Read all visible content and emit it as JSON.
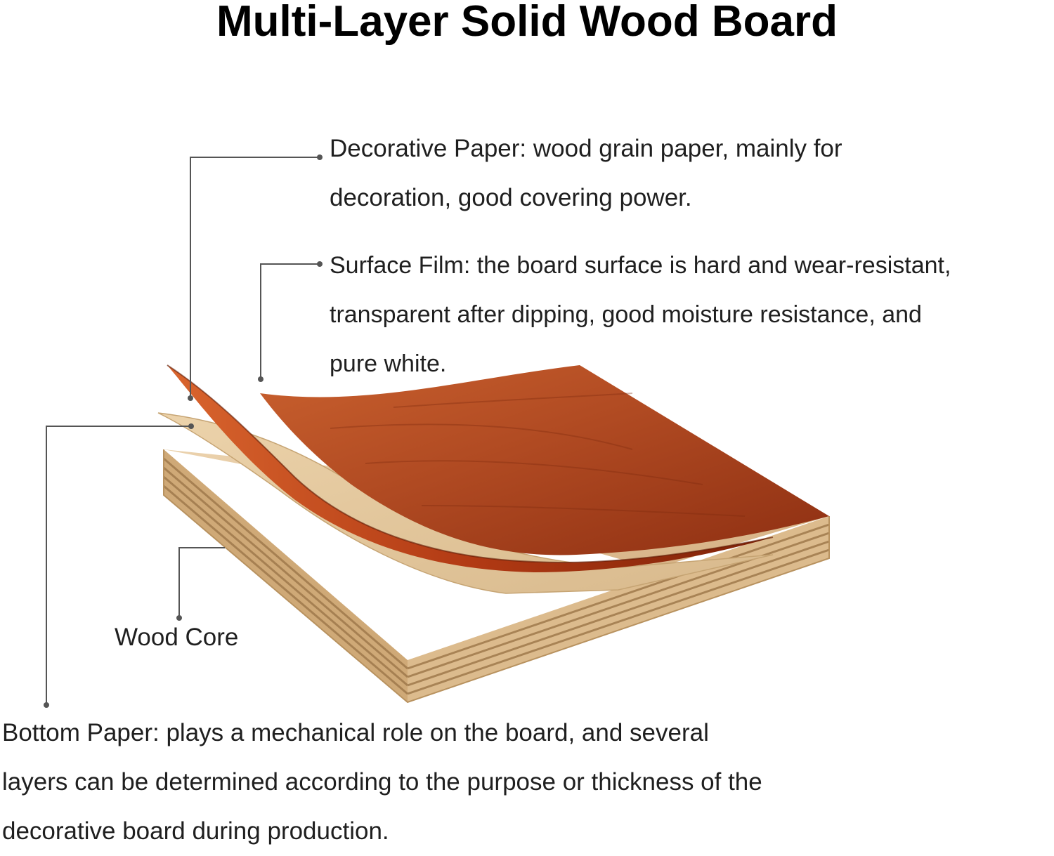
{
  "title": "Multi-Layer Solid Wood Board",
  "layers": {
    "decorative_paper": {
      "lines": [
        "Decorative Paper: wood grain paper, mainly for",
        "decoration, good covering power."
      ]
    },
    "surface_film": {
      "lines": [
        "Surface Film: the board surface is hard and wear-resistant,",
        "transparent after dipping, good moisture resistance, and",
        "pure white."
      ]
    },
    "wood_core": {
      "lines": [
        "Wood Core"
      ]
    },
    "bottom_paper": {
      "lines": [
        "Bottom Paper: plays a mechanical role on the board, and several",
        "layers can be determined according to the purpose or thickness of the",
        "decorative board during production."
      ]
    }
  },
  "colors": {
    "leader_line": "#555555",
    "veneer": "#b5451c",
    "paper": "#e2c49a",
    "core": "#d9b78c"
  }
}
